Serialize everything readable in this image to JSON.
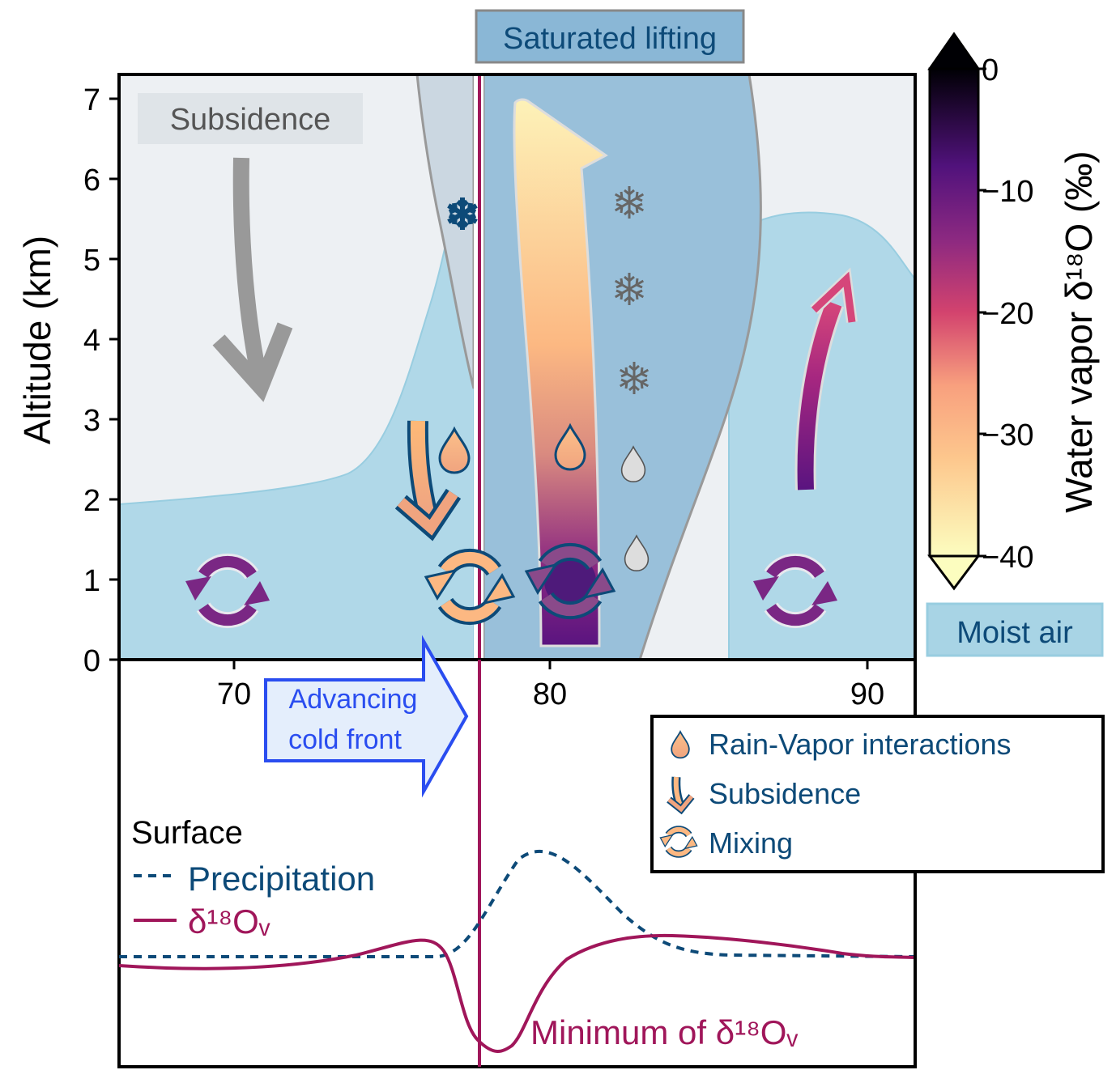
{
  "top_panel": {
    "title": "Saturated lifting",
    "subsidence_label": "Subsidence",
    "y_axis_label": "Altitude (km)",
    "y_ticks": [
      "0",
      "1",
      "2",
      "3",
      "4",
      "5",
      "6",
      "7"
    ],
    "x_ticks": [
      "70",
      "80",
      "90"
    ]
  },
  "colorbar": {
    "label": "Water vapor δ¹⁸O (‰)",
    "ticks": [
      "0",
      "−10",
      "−20",
      "−30",
      "−40"
    ],
    "colormap": [
      "#000004",
      "#3b0f70",
      "#8c2981",
      "#de4968",
      "#fe9f6d",
      "#fcfdbf"
    ]
  },
  "moist_air_label": "Moist air",
  "cold_front_label": [
    "Advancing",
    "cold front"
  ],
  "legend": {
    "items": [
      {
        "label": "Rain-Vapor interactions",
        "icon": "raindrop-icon"
      },
      {
        "label": "Subsidence",
        "icon": "subsidence-arrow-icon"
      },
      {
        "label": "Mixing",
        "icon": "mixing-icon"
      }
    ]
  },
  "bottom_panel": {
    "surface_label": "Surface",
    "precip_label": "Precipitation",
    "d18o_label": "δ¹⁸Oᵥ",
    "minimum_label": "Minimum of δ¹⁸Oᵥ"
  },
  "colors": {
    "moist_air": "#b0d8e8",
    "dry_air": "#edf0f3",
    "saturated_zone": "#99c0da",
    "front_line": "#a0165a",
    "precip_line": "#0d4a78",
    "text_blue": "#0d4a78",
    "cold_front_border": "#2a4df0"
  }
}
